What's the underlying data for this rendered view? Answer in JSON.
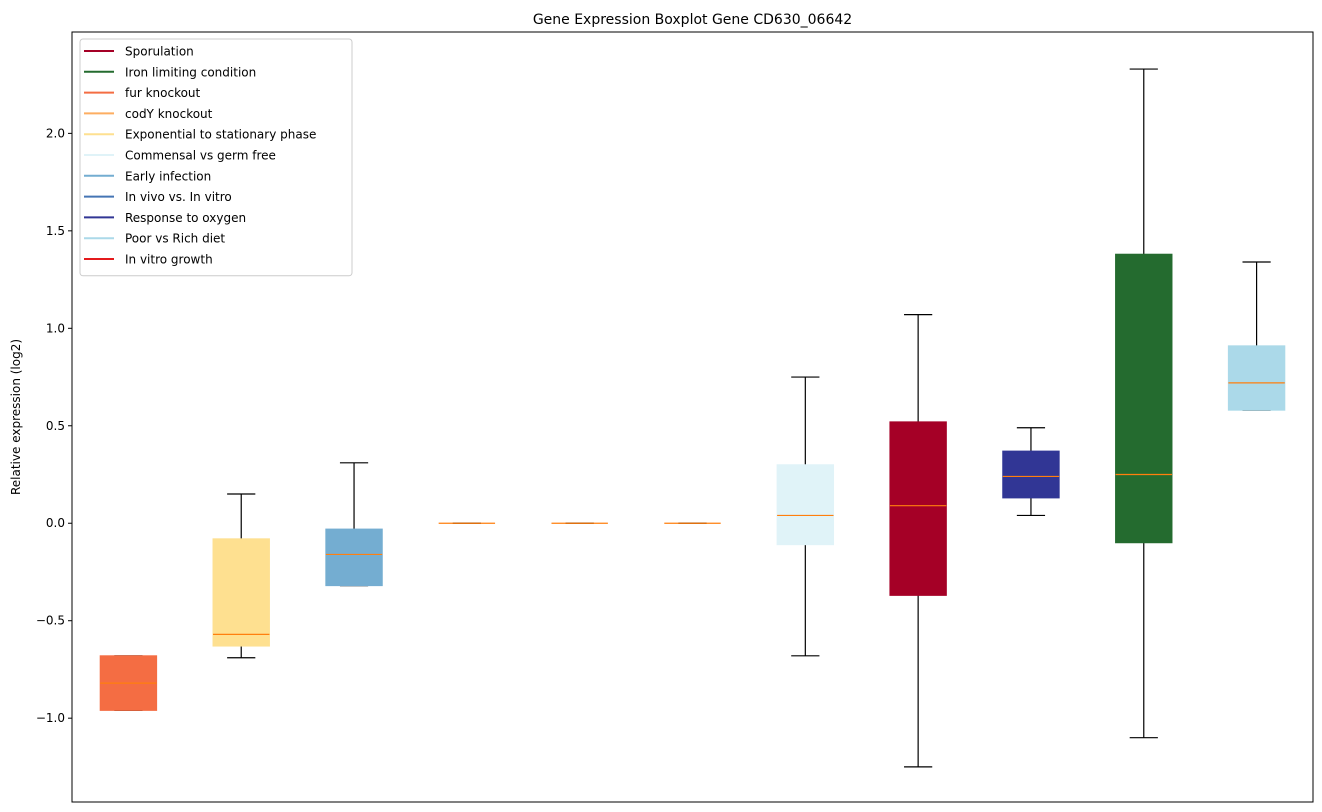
{
  "chart_data": {
    "type": "boxplot",
    "title": "Gene Expression Boxplot Gene CD630_06642",
    "xlabel": "",
    "ylabel": "Relative expression (log2)",
    "ylim": [
      -1.43,
      2.52
    ],
    "yticks": [
      -1.0,
      -0.5,
      0.0,
      0.5,
      1.0,
      1.5,
      2.0
    ],
    "ytick_labels": [
      "−1.0",
      "−0.5",
      "0.0",
      "0.5",
      "1.0",
      "1.5",
      "2.0"
    ],
    "grid": false,
    "legend_position": "top-left",
    "legend": [
      {
        "label": "Sporulation",
        "color": "#a50026"
      },
      {
        "label": "Iron limiting condition",
        "color": "#246b2f"
      },
      {
        "label": "fur knockout",
        "color": "#f46d43"
      },
      {
        "label": "codY knockout",
        "color": "#fdae61"
      },
      {
        "label": "Exponential to stationary phase",
        "color": "#fee090"
      },
      {
        "label": "Commensal vs germ free",
        "color": "#e0f3f8"
      },
      {
        "label": "Early infection",
        "color": "#74add1"
      },
      {
        "label": "In vivo vs. In vitro",
        "color": "#4575b4"
      },
      {
        "label": "Response to oxygen",
        "color": "#313695"
      },
      {
        "label": "Poor vs Rich diet",
        "color": "#abd9e9"
      },
      {
        "label": "In vitro growth",
        "color": "#e41a1c"
      }
    ],
    "median_color": "#ff7f0e",
    "boxes": [
      {
        "group": "fur knockout",
        "color": "#f46d43",
        "whisker_low": -0.96,
        "q1": -0.96,
        "median": -0.82,
        "q3": -0.68,
        "whisker_high": -0.68
      },
      {
        "group": "Exponential to stationary phase",
        "color": "#fee090",
        "whisker_low": -0.69,
        "q1": -0.63,
        "median": -0.57,
        "q3": -0.08,
        "whisker_high": 0.15
      },
      {
        "group": "Early infection",
        "color": "#74add1",
        "whisker_low": -0.32,
        "q1": -0.32,
        "median": -0.16,
        "q3": -0.03,
        "whisker_high": 0.31
      },
      {
        "group": "codY knockout",
        "color": "#fdae61",
        "whisker_low": 0.0,
        "q1": 0.0,
        "median": 0.0,
        "q3": 0.0,
        "whisker_high": 0.0
      },
      {
        "group": "In vivo vs. In vitro",
        "color": "#4575b4",
        "whisker_low": 0.0,
        "q1": 0.0,
        "median": 0.0,
        "q3": 0.0,
        "whisker_high": 0.0
      },
      {
        "group": "In vitro growth",
        "color": "#e41a1c",
        "whisker_low": 0.0,
        "q1": 0.0,
        "median": 0.0,
        "q3": 0.0,
        "whisker_high": 0.0
      },
      {
        "group": "Commensal vs germ free",
        "color": "#e0f3f8",
        "whisker_low": -0.68,
        "q1": -0.11,
        "median": 0.04,
        "q3": 0.3,
        "whisker_high": 0.75
      },
      {
        "group": "Sporulation",
        "color": "#a50026",
        "whisker_low": -1.25,
        "q1": -0.37,
        "median": 0.09,
        "q3": 0.52,
        "whisker_high": 1.07
      },
      {
        "group": "Response to oxygen",
        "color": "#313695",
        "whisker_low": 0.04,
        "q1": 0.13,
        "median": 0.24,
        "q3": 0.37,
        "whisker_high": 0.49
      },
      {
        "group": "Iron limiting condition",
        "color": "#246b2f",
        "whisker_low": -1.1,
        "q1": -0.1,
        "median": 0.25,
        "q3": 1.38,
        "whisker_high": 2.33
      },
      {
        "group": "Poor vs Rich diet",
        "color": "#abd9e9",
        "whisker_low": 0.58,
        "q1": 0.58,
        "median": 0.72,
        "q3": 0.91,
        "whisker_high": 1.34
      }
    ]
  }
}
